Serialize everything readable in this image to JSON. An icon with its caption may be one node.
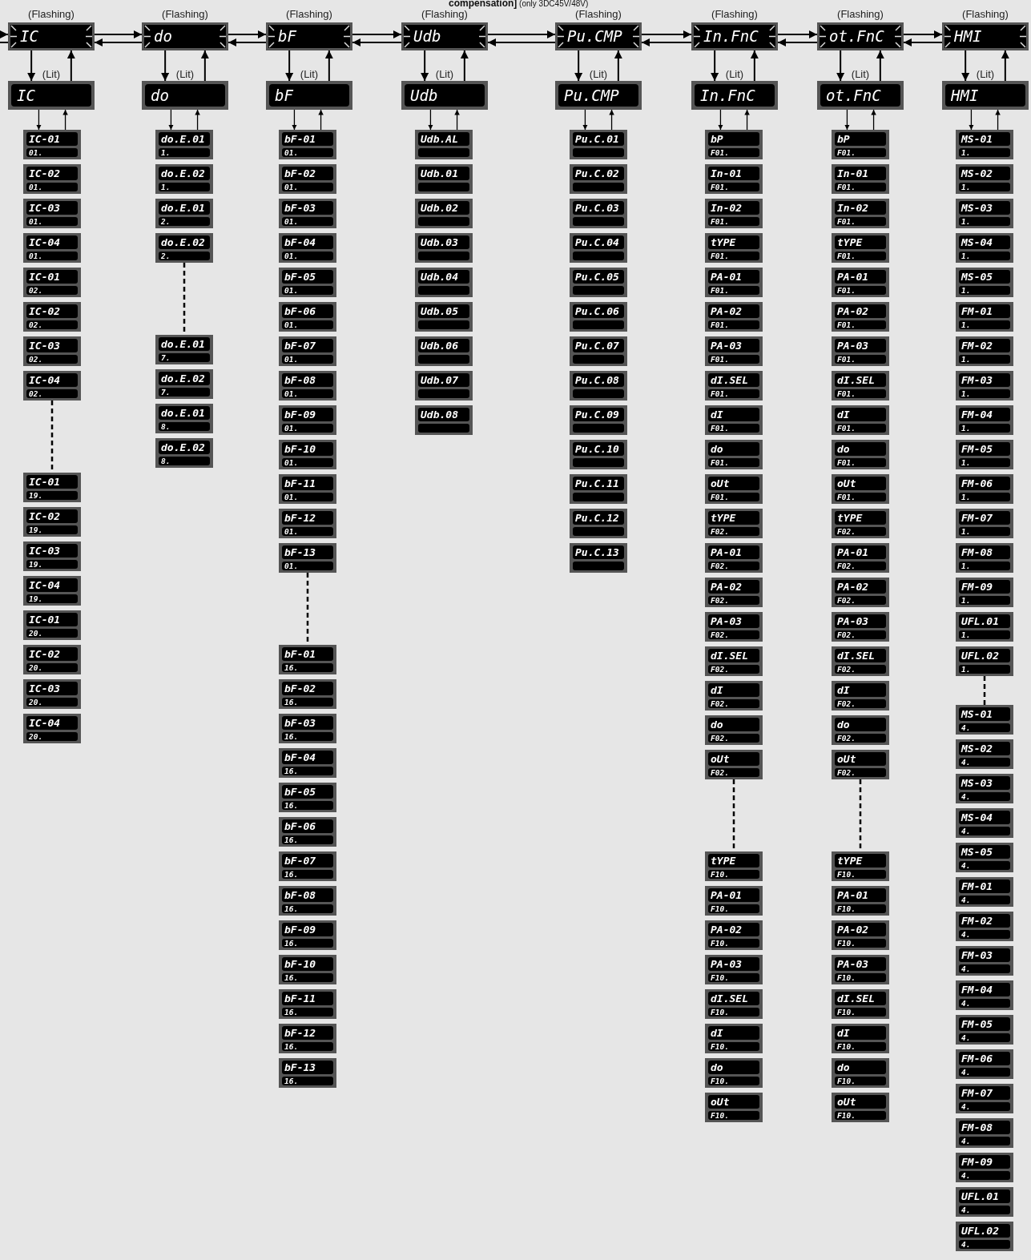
{
  "diagram": {
    "nodes": [
      {
        "text": [
          "IC"
        ],
        "beside": [
          "(Flashing)"
        ]
      },
      {
        "text": [
          "do"
        ],
        "beside": [
          "(Flashing)"
        ]
      },
      {
        "text": [
          "bF"
        ],
        "beside": [
          "(Flashing)"
        ]
      },
      {
        "text": [
          "Udb"
        ],
        "beside": [
          "(Flashing)"
        ]
      },
      {
        "text": [
          "Pu.CMP"
        ],
        "beside": [
          "(Flashing)"
        ]
      },
      {
        "text": [
          "In.FnC"
        ],
        "beside": [
          "(Flashing)"
        ]
      },
      {
        "text": [
          "ot.FnC"
        ],
        "beside": [
          "(Flashing)"
        ]
      },
      {
        "text": [
          "HMI"
        ],
        "beside": [
          "(Flashing)"
        ]
      },
      {
        "text": [
          "IC"
        ],
        "beside": [
          "(Lit)"
        ]
      },
      {
        "text": [
          "do"
        ],
        "beside": [
          "(Lit)"
        ]
      },
      {
        "text": [
          "bF"
        ],
        "beside": [
          "(Lit)"
        ]
      },
      {
        "text": [
          "Udb"
        ],
        "beside": [
          "(Lit)"
        ]
      },
      {
        "text": [
          "Pu.CMP"
        ],
        "beside": [
          "(Lit)"
        ]
      },
      {
        "text": [
          "In.FnC"
        ],
        "beside": [
          "(Lit)"
        ]
      },
      {
        "text": [
          "ot.FnC"
        ],
        "beside": [
          "(Lit)"
        ]
      },
      {
        "text": [
          "HMI"
        ],
        "beside": [
          "(Lit)"
        ]
      },
      {
        "text": [
          "IC-01",
          "01."
        ]
      },
      {
        "text": [
          "IC-02",
          "01."
        ]
      },
      {
        "text": [
          "IC-03",
          "01."
        ]
      },
      {
        "text": [
          "IC-04",
          "01."
        ]
      },
      {
        "text": [
          "IC-01",
          "02."
        ]
      },
      {
        "text": [
          "IC-02",
          "02."
        ]
      },
      {
        "text": [
          "IC-03",
          "02."
        ]
      },
      {
        "text": [
          "IC-04",
          "02."
        ]
      },
      {
        "text": [
          "IC-01",
          "19."
        ]
      },
      {
        "text": [
          "IC-02",
          "19."
        ]
      },
      {
        "text": [
          "IC-03",
          "19."
        ]
      },
      {
        "text": [
          "IC-04",
          "19."
        ]
      },
      {
        "text": [
          "IC-01",
          "20."
        ]
      },
      {
        "text": [
          "IC-02",
          "20."
        ]
      },
      {
        "text": [
          "IC-03",
          "20."
        ]
      },
      {
        "text": [
          "IC-04",
          "20."
        ]
      },
      {
        "text": [
          "do.E.01",
          "1."
        ]
      },
      {
        "text": [
          "do.E.02",
          "1."
        ]
      },
      {
        "text": [
          "do.E.01",
          "2."
        ]
      },
      {
        "text": [
          "do.E.02",
          "2."
        ]
      },
      {
        "text": [
          "do.E.01",
          "7."
        ]
      },
      {
        "text": [
          "do.E.02",
          "7."
        ]
      },
      {
        "text": [
          "do.E.01",
          "8."
        ]
      },
      {
        "text": [
          "do.E.02",
          "8."
        ]
      },
      {
        "text": [
          "bF-01",
          "01."
        ]
      },
      {
        "text": [
          "bF-02",
          "01."
        ]
      },
      {
        "text": [
          "bF-03",
          "01."
        ]
      },
      {
        "text": [
          "bF-04",
          "01."
        ]
      },
      {
        "text": [
          "bF-05",
          "01."
        ]
      },
      {
        "text": [
          "bF-06",
          "01."
        ]
      },
      {
        "text": [
          "bF-07",
          "01."
        ]
      },
      {
        "text": [
          "bF-08",
          "01."
        ]
      },
      {
        "text": [
          "bF-09",
          "01."
        ]
      },
      {
        "text": [
          "bF-10",
          "01."
        ]
      },
      {
        "text": [
          "bF-11",
          "01."
        ]
      },
      {
        "text": [
          "bF-12",
          "01."
        ]
      },
      {
        "text": [
          "bF-13",
          "01."
        ]
      },
      {
        "text": [
          "bF-01",
          "16."
        ]
      },
      {
        "text": [
          "bF-02",
          "16."
        ]
      },
      {
        "text": [
          "bF-03",
          "16."
        ]
      },
      {
        "text": [
          "bF-04",
          "16."
        ]
      },
      {
        "text": [
          "bF-05",
          "16."
        ]
      },
      {
        "text": [
          "bF-06",
          "16."
        ]
      },
      {
        "text": [
          "bF-07",
          "16."
        ]
      },
      {
        "text": [
          "bF-08",
          "16."
        ]
      },
      {
        "text": [
          "bF-09",
          "16."
        ]
      },
      {
        "text": [
          "bF-10",
          "16."
        ]
      },
      {
        "text": [
          "bF-11",
          "16."
        ]
      },
      {
        "text": [
          "bF-12",
          "16."
        ]
      },
      {
        "text": [
          "bF-13",
          "16."
        ]
      },
      {
        "text": [
          "Udb.AL"
        ]
      },
      {
        "text": [
          "Udb.01"
        ]
      },
      {
        "text": [
          "Udb.02"
        ]
      },
      {
        "text": [
          "Udb.03"
        ]
      },
      {
        "text": [
          "Udb.04"
        ]
      },
      {
        "text": [
          "Udb.05"
        ]
      },
      {
        "text": [
          "Udb.06"
        ]
      },
      {
        "text": [
          "Udb.07"
        ]
      },
      {
        "text": [
          "Udb.08"
        ]
      },
      {
        "text": [
          "Pu.C.01"
        ]
      },
      {
        "text": [
          "Pu.C.02"
        ]
      },
      {
        "text": [
          "Pu.C.03"
        ]
      },
      {
        "text": [
          "Pu.C.04"
        ]
      },
      {
        "text": [
          "Pu.C.05"
        ]
      },
      {
        "text": [
          "Pu.C.06"
        ]
      },
      {
        "text": [
          "Pu.C.07"
        ]
      },
      {
        "text": [
          "Pu.C.08"
        ]
      },
      {
        "text": [
          "Pu.C.09"
        ]
      },
      {
        "text": [
          "Pu.C.10"
        ]
      },
      {
        "text": [
          "Pu.C.11"
        ]
      },
      {
        "text": [
          "Pu.C.12"
        ]
      },
      {
        "text": [
          "Pu.C.13"
        ]
      },
      {
        "text": [
          "bP",
          "F01."
        ]
      },
      {
        "text": [
          "In-01",
          "F01."
        ]
      },
      {
        "text": [
          "In-02",
          "F01."
        ]
      },
      {
        "text": [
          "tYPE",
          "F01."
        ]
      },
      {
        "text": [
          "PA-01",
          "F01."
        ]
      },
      {
        "text": [
          "PA-02",
          "F01."
        ]
      },
      {
        "text": [
          "PA-03",
          "F01."
        ]
      },
      {
        "text": [
          "dI.SEL",
          "F01."
        ]
      },
      {
        "text": [
          "dI",
          "F01."
        ]
      },
      {
        "text": [
          "do",
          "F01."
        ]
      },
      {
        "text": [
          "oUt",
          "F01."
        ]
      },
      {
        "text": [
          "tYPE",
          "F02."
        ]
      },
      {
        "text": [
          "PA-01",
          "F02."
        ]
      },
      {
        "text": [
          "PA-02",
          "F02."
        ]
      },
      {
        "text": [
          "PA-03",
          "F02."
        ]
      },
      {
        "text": [
          "dI.SEL",
          "F02."
        ]
      },
      {
        "text": [
          "dI",
          "F02."
        ]
      },
      {
        "text": [
          "do",
          "F02."
        ]
      },
      {
        "text": [
          "oUt",
          "F02."
        ]
      },
      {
        "text": [
          "tYPE",
          "F10."
        ]
      },
      {
        "text": [
          "PA-01",
          "F10."
        ]
      },
      {
        "text": [
          "PA-02",
          "F10."
        ]
      },
      {
        "text": [
          "PA-03",
          "F10."
        ]
      },
      {
        "text": [
          "dI.SEL",
          "F10."
        ]
      },
      {
        "text": [
          "dI",
          "F10."
        ]
      },
      {
        "text": [
          "do",
          "F10."
        ]
      },
      {
        "text": [
          "oUt",
          "F10."
        ]
      },
      {
        "text": [
          "bP",
          "F01."
        ]
      },
      {
        "text": [
          "In-01",
          "F01."
        ]
      },
      {
        "text": [
          "In-02",
          "F01."
        ]
      },
      {
        "text": [
          "tYPE",
          "F01."
        ]
      },
      {
        "text": [
          "PA-01",
          "F01."
        ]
      },
      {
        "text": [
          "PA-02",
          "F01."
        ]
      },
      {
        "text": [
          "PA-03",
          "F01."
        ]
      },
      {
        "text": [
          "dI.SEL",
          "F01."
        ]
      },
      {
        "text": [
          "dI",
          "F01."
        ]
      },
      {
        "text": [
          "do",
          "F01."
        ]
      },
      {
        "text": [
          "oUt",
          "F01."
        ]
      },
      {
        "text": [
          "tYPE",
          "F02."
        ]
      },
      {
        "text": [
          "PA-01",
          "F02."
        ]
      },
      {
        "text": [
          "PA-02",
          "F02."
        ]
      },
      {
        "text": [
          "PA-03",
          "F02."
        ]
      },
      {
        "text": [
          "dI.SEL",
          "F02."
        ]
      },
      {
        "text": [
          "dI",
          "F02."
        ]
      },
      {
        "text": [
          "do",
          "F02."
        ]
      },
      {
        "text": [
          "oUt",
          "F02."
        ]
      },
      {
        "text": [
          "tYPE",
          "F10."
        ]
      },
      {
        "text": [
          "PA-01",
          "F10."
        ]
      },
      {
        "text": [
          "PA-02",
          "F10."
        ]
      },
      {
        "text": [
          "PA-03",
          "F10."
        ]
      },
      {
        "text": [
          "dI.SEL",
          "F10."
        ]
      },
      {
        "text": [
          "dI",
          "F10."
        ]
      },
      {
        "text": [
          "do",
          "F10."
        ]
      },
      {
        "text": [
          "oUt",
          "F10."
        ]
      },
      {
        "text": [
          "MS-01",
          "1."
        ]
      },
      {
        "text": [
          "MS-02",
          "1."
        ]
      },
      {
        "text": [
          "MS-03",
          "1."
        ]
      },
      {
        "text": [
          "MS-04",
          "1."
        ]
      },
      {
        "text": [
          "MS-05",
          "1."
        ]
      },
      {
        "text": [
          "FM-01",
          "1."
        ]
      },
      {
        "text": [
          "FM-02",
          "1."
        ]
      },
      {
        "text": [
          "FM-03",
          "1."
        ]
      },
      {
        "text": [
          "FM-04",
          "1."
        ]
      },
      {
        "text": [
          "FM-05",
          "1."
        ]
      },
      {
        "text": [
          "FM-06",
          "1."
        ]
      },
      {
        "text": [
          "FM-07",
          "1."
        ]
      },
      {
        "text": [
          "FM-08",
          "1."
        ]
      },
      {
        "text": [
          "FM-09",
          "1."
        ]
      },
      {
        "text": [
          "UFL.01",
          "1."
        ]
      },
      {
        "text": [
          "UFL.02",
          "1."
        ]
      },
      {
        "text": [
          "MS-01",
          "4."
        ]
      },
      {
        "text": [
          "MS-02",
          "4."
        ]
      },
      {
        "text": [
          "MS-03",
          "4."
        ]
      },
      {
        "text": [
          "MS-04",
          "4."
        ]
      },
      {
        "text": [
          "MS-05",
          "4."
        ]
      },
      {
        "text": [
          "FM-01",
          "4."
        ]
      },
      {
        "text": [
          "FM-02",
          "4."
        ]
      },
      {
        "text": [
          "FM-03",
          "4."
        ]
      },
      {
        "text": [
          "FM-04",
          "4."
        ]
      },
      {
        "text": [
          "FM-05",
          "4."
        ]
      },
      {
        "text": [
          "FM-06",
          "4."
        ]
      },
      {
        "text": [
          "FM-07",
          "4."
        ]
      },
      {
        "text": [
          "FM-08",
          "4."
        ]
      },
      {
        "text": [
          "FM-09",
          "4."
        ]
      },
      {
        "text": [
          "UFL.01",
          "4."
        ]
      },
      {
        "text": [
          "UFL.02",
          "4."
        ]
      }
    ],
    "edges": [
      {
        "from": null,
        "to": 0,
        "arrow": "to"
      },
      {
        "from": 0,
        "to": null,
        "arrow": "none"
      },
      {
        "from": 0,
        "to": 1,
        "arrow": "to"
      },
      {
        "from": 1,
        "to": 0,
        "arrow": "to"
      },
      {
        "from": 1,
        "to": 2,
        "arrow": "to"
      },
      {
        "from": 2,
        "to": 1,
        "arrow": "to"
      },
      {
        "from": 2,
        "to": 3,
        "arrow": "to"
      },
      {
        "from": 3,
        "to": 2,
        "arrow": "to"
      },
      {
        "from": 3,
        "to": 4,
        "arrow": "to"
      },
      {
        "from": 4,
        "to": 3,
        "arrow": "to"
      },
      {
        "from": 4,
        "to": 5,
        "arrow": "to"
      },
      {
        "from": 5,
        "to": 4,
        "arrow": "to"
      },
      {
        "from": 5,
        "to": 6,
        "arrow": "to"
      },
      {
        "from": 6,
        "to": 5,
        "arrow": "to"
      },
      {
        "from": 6,
        "to": 7,
        "arrow": "to"
      },
      {
        "from": 7,
        "to": 6,
        "arrow": "to"
      },
      {
        "from": 0,
        "to": 8,
        "arrow": "to"
      },
      {
        "from": 8,
        "to": 0,
        "arrow": "to"
      },
      {
        "from": 1,
        "to": 9,
        "arrow": "to"
      },
      {
        "from": 9,
        "to": 1,
        "arrow": "to"
      },
      {
        "from": 2,
        "to": 10,
        "arrow": "to"
      },
      {
        "from": 10,
        "to": 2,
        "arrow": "to"
      },
      {
        "from": 3,
        "to": 11,
        "arrow": "to"
      },
      {
        "from": 11,
        "to": 3,
        "arrow": "to"
      },
      {
        "from": 4,
        "to": 12,
        "arrow": "to"
      },
      {
        "from": 12,
        "to": 4,
        "arrow": "to"
      },
      {
        "from": 5,
        "to": 13,
        "arrow": "to"
      },
      {
        "from": 13,
        "to": 5,
        "arrow": "to"
      },
      {
        "from": 6,
        "to": 14,
        "arrow": "to"
      },
      {
        "from": 14,
        "to": 6,
        "arrow": "to"
      },
      {
        "from": 7,
        "to": 15,
        "arrow": "to"
      },
      {
        "from": 15,
        "to": 7,
        "arrow": "to"
      },
      {
        "from": 8,
        "to": 16,
        "arrow": "to"
      },
      {
        "from": 16,
        "to": 8,
        "arrow": "to"
      },
      {
        "from": 9,
        "to": 32,
        "arrow": "to"
      },
      {
        "from": 32,
        "to": 9,
        "arrow": "to"
      },
      {
        "from": 10,
        "to": 40,
        "arrow": "to"
      },
      {
        "from": 40,
        "to": 10,
        "arrow": "to"
      },
      {
        "from": 11,
        "to": 66,
        "arrow": "to"
      },
      {
        "from": 66,
        "to": 11,
        "arrow": "to"
      },
      {
        "from": 12,
        "to": 75,
        "arrow": "to"
      },
      {
        "from": 75,
        "to": 12,
        "arrow": "to"
      },
      {
        "from": 13,
        "to": 88,
        "arrow": "to"
      },
      {
        "from": 88,
        "to": 13,
        "arrow": "to"
      },
      {
        "from": 14,
        "to": 115,
        "arrow": "to"
      },
      {
        "from": 115,
        "to": 14,
        "arrow": "to"
      },
      {
        "from": 15,
        "to": 142,
        "arrow": "to"
      },
      {
        "from": 142,
        "to": 15,
        "arrow": "to"
      },
      {
        "from": 23,
        "to": 24,
        "arrow": "none",
        "style": "dashed"
      },
      {
        "from": 35,
        "to": 36,
        "arrow": "none",
        "style": "dashed"
      },
      {
        "from": 52,
        "to": 53,
        "arrow": "none",
        "style": "dashed"
      },
      {
        "from": 106,
        "to": 107,
        "arrow": "none",
        "style": "dashed"
      },
      {
        "from": 133,
        "to": 134,
        "arrow": "none",
        "style": "dashed"
      },
      {
        "from": 157,
        "to": 158,
        "arrow": "none",
        "style": "dashed"
      }
    ],
    "labels": [
      "**compensation]** (only 3DC45V/48V)"
    ]
  }
}
